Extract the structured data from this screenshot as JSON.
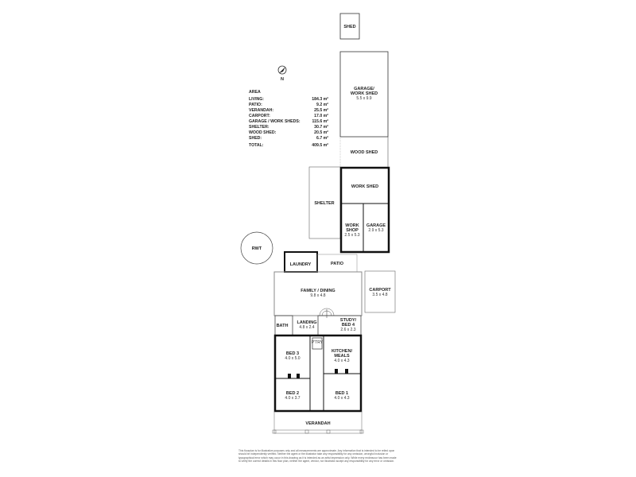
{
  "north_label": "N",
  "area": {
    "heading": "AREA",
    "rows": [
      {
        "label": "LIVING:",
        "value": "184.3 m²"
      },
      {
        "label": "PATIO:",
        "value": "9.2 m²"
      },
      {
        "label": "VERANDAH:",
        "value": "25.5 m²"
      },
      {
        "label": "CARPORT:",
        "value": "17.0 m²"
      },
      {
        "label": "GARAGE / WORK SHEDS:",
        "value": "115.6 m²"
      },
      {
        "label": "SHELTER:",
        "value": "30.7 m²"
      },
      {
        "label": "WOOD SHED:",
        "value": "20.5 m²"
      },
      {
        "label": "SHED:",
        "value": "6.7 m²"
      },
      {
        "label": "TOTAL:",
        "value": "409.5 m²"
      }
    ]
  },
  "rooms": {
    "shed": {
      "name": "SHED"
    },
    "garage_work_shed": {
      "name1": "GARAGE/",
      "name2": "WORK SHED",
      "dims": "5.5 x 9.9"
    },
    "wood_shed": {
      "name": "WOOD SHED"
    },
    "work_shed": {
      "name": "WORK SHED"
    },
    "shelter": {
      "name": "SHELTER"
    },
    "work_shop": {
      "name1": "WORK",
      "name2": "SHOP",
      "dims": "2.5 x 5.3"
    },
    "garage": {
      "name": "GARAGE",
      "dims": "2.9 x 5.3"
    },
    "rwt": {
      "name": "RWT"
    },
    "laundry": {
      "name": "LAUNDRY"
    },
    "patio": {
      "name": "PATIO"
    },
    "carport": {
      "name": "CARPORT",
      "dims": "3.5 x 4.8"
    },
    "family_dining": {
      "name": "FAMILY / DINING",
      "dims": "9.8 x 4.8"
    },
    "bath": {
      "name": "BATH"
    },
    "landing": {
      "name": "LANDING",
      "dims": "4.8 x 2.4"
    },
    "study": {
      "name1": "STUDY/",
      "name2": "BED 4",
      "dims": "2.6 x 2.3"
    },
    "pantry": {
      "name": "P'TRY"
    },
    "bed3": {
      "name": "BED 3",
      "dims": "4.0 x 5.0"
    },
    "kitchen": {
      "name1": "KITCHEN/",
      "name2": "MEALS",
      "dims": "4.0 x 4.3"
    },
    "bed2": {
      "name": "BED 2",
      "dims": "4.0 x 3.7"
    },
    "bed1": {
      "name": "BED 1",
      "dims": "4.0 x 4.3"
    },
    "verandah": {
      "name": "VERANDAH"
    }
  },
  "disclaimer": "This floorplan is for illustrative purposes only and all measurements are approximate. Any information that is intended to be relied upon should be independently verified. Neither the agent or the illustrator take any responsibility for any omission, wrongful inclusion or typographical error which may occur in this drawing as it is intended as an artist impression only. While every endeavour has been made to verify the correct details in this floor plan, neither the agent, vendor, nor illustrator accept any responsibility for any error or omission."
}
